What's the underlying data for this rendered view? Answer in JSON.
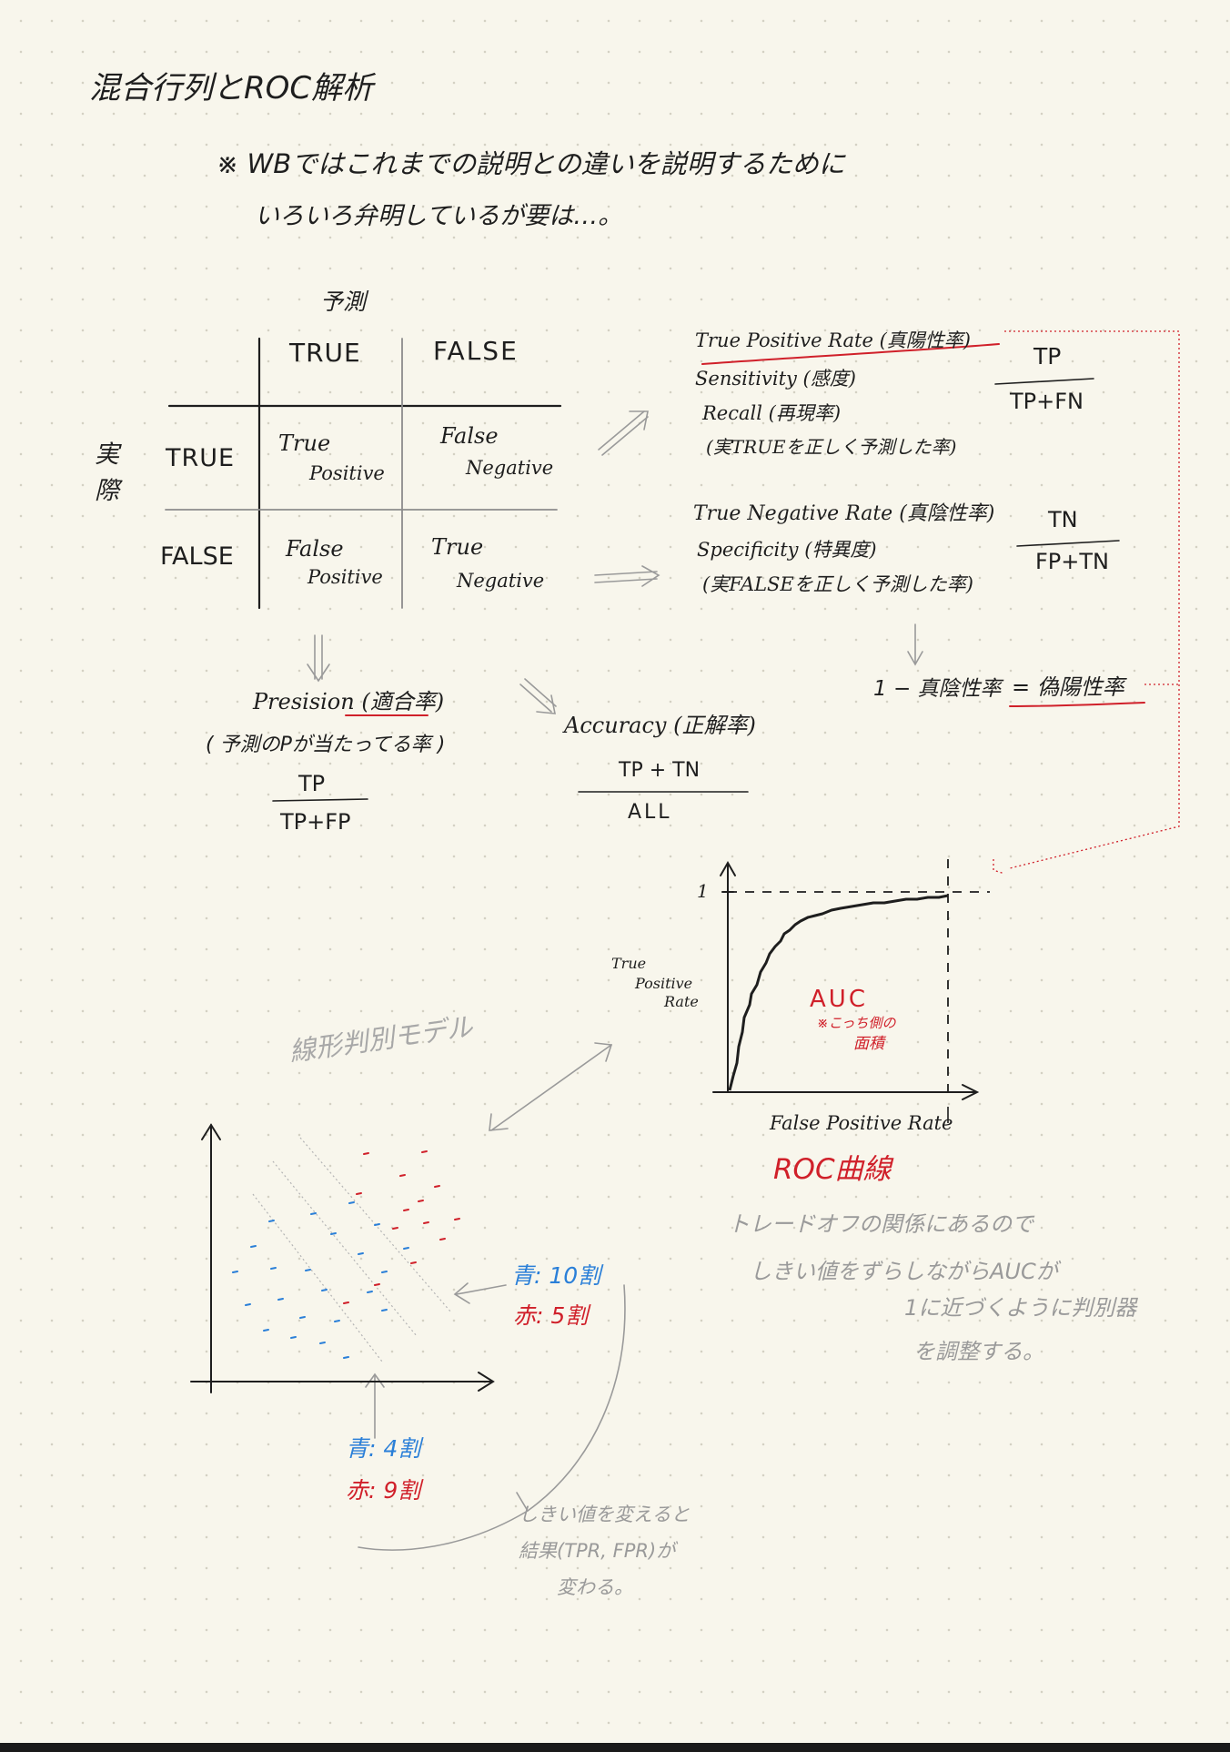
{
  "title": "混合行列とROC解析",
  "note": {
    "line1": "※ WBではこれまでの説明との違いを説明するために",
    "line2": "いろいろ弁明しているが要は…。"
  },
  "matrix": {
    "predicted_label": "予測",
    "actual_label_1": "実",
    "actual_label_2": "際",
    "col_true": "TRUE",
    "col_false": "FALSE",
    "row_true": "TRUE",
    "row_false": "FALSE",
    "tp_1": "True",
    "tp_2": "Positive",
    "fn_1": "False",
    "fn_2": "Negative",
    "fp_1": "False",
    "fp_2": "Positive",
    "tn_1": "True",
    "tn_2": "Negative"
  },
  "tpr": {
    "name": "True Positive Rate (真陽性率)",
    "alias1": "Sensitivity (感度)",
    "alias2": "Recall (再現率)",
    "note": "(実TRUEを正しく予測した率)",
    "num": "TP",
    "den": "TP+FN"
  },
  "tnr": {
    "name": "True Negative Rate (真陰性率)",
    "alias1": "Specificity (特異度)",
    "note": "(実FALSEを正しく予測した率)",
    "num": "TN",
    "den": "FP+TN"
  },
  "fpr_eq": {
    "left": "1 − 真陰性率",
    "right": "= 偽陽性率"
  },
  "precision": {
    "name": "Presision (適合率)",
    "note": "( 予測のPが当たってる率 )",
    "num": "TP",
    "den": "TP+FP"
  },
  "accuracy": {
    "name": "Accuracy (正解率)",
    "num": "TP + TN",
    "den": "ALL"
  },
  "roc": {
    "y_tick": "1",
    "ylabel_1": "True",
    "ylabel_2": "Positive",
    "ylabel_3": "Rate",
    "xlabel": "False Positive Rate",
    "auc": "AUC",
    "auc_note_1": "※こっち側の",
    "auc_note_2": "面積",
    "caption": "ROC曲線",
    "desc_1": "トレードオフの関係にあるので",
    "desc_2": "しきい値をずらしながらAUCが",
    "desc_3": "1に近づくように判別器",
    "desc_4": "を調整する。"
  },
  "model": {
    "label": "線形判別モデル",
    "upper_blue": "青: 10割",
    "upper_red": "赤: 5割",
    "lower_blue": "青: 4割",
    "lower_red": "赤: 9割",
    "thresh_1": "しきい値を変えると",
    "thresh_2": "結果(TPR, FPR)が",
    "thresh_3": "変わる。"
  },
  "colors": {
    "title": "#e8912e",
    "ink": "#1e1e1e",
    "red": "#d0202a",
    "blue": "#2a7fd8",
    "gray": "#9a9a9a"
  }
}
